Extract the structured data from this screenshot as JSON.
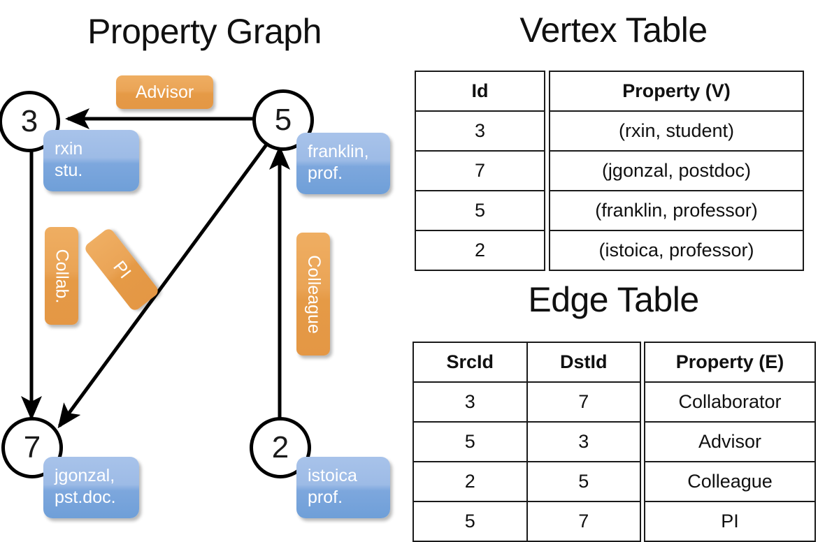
{
  "titles": {
    "property_graph": "Property Graph",
    "vertex_table": "Vertex Table",
    "edge_table": "Edge Table"
  },
  "colors": {
    "vertex_property_fill": "#d9e2f3",
    "edge_property_fill": "#f7ddc1",
    "vertex_callout_blue": "#7da7dd",
    "edge_label_orange": "#eaa456",
    "stroke_black": "#000000"
  },
  "graph": {
    "nodes": [
      {
        "id": "3",
        "property_line1": "rxin",
        "property_line2": "stu."
      },
      {
        "id": "5",
        "property_line1": "franklin,",
        "property_line2": "prof."
      },
      {
        "id": "7",
        "property_line1": "jgonzal,",
        "property_line2": "pst.doc."
      },
      {
        "id": "2",
        "property_line1": "istoica",
        "property_line2": "prof."
      }
    ],
    "edge_labels": [
      {
        "name": "advisor",
        "text": "Advisor",
        "orientation": "horizontal"
      },
      {
        "name": "collab",
        "text": "Collab.",
        "orientation": "vertical"
      },
      {
        "name": "pi",
        "text": "PI",
        "orientation": "tilted"
      },
      {
        "name": "colleague",
        "text": "Colleague",
        "orientation": "vertical"
      }
    ],
    "edges": [
      {
        "from": "5",
        "to": "3",
        "label": "Advisor"
      },
      {
        "from": "3",
        "to": "7",
        "label": "Collab."
      },
      {
        "from": "5",
        "to": "7",
        "label": "PI"
      },
      {
        "from": "2",
        "to": "5",
        "label": "Colleague"
      }
    ]
  },
  "vertex_table": {
    "headers": {
      "id": "Id",
      "property": "Property (V)"
    },
    "rows": [
      {
        "id": "3",
        "property": "(rxin, student)"
      },
      {
        "id": "7",
        "property": "(jgonzal, postdoc)"
      },
      {
        "id": "5",
        "property": "(franklin, professor)"
      },
      {
        "id": "2",
        "property": "(istoica, professor)"
      }
    ]
  },
  "edge_table": {
    "headers": {
      "src": "SrcId",
      "dst": "DstId",
      "property": "Property (E)"
    },
    "rows": [
      {
        "src": "3",
        "dst": "7",
        "property": "Collaborator"
      },
      {
        "src": "5",
        "dst": "3",
        "property": "Advisor"
      },
      {
        "src": "2",
        "dst": "5",
        "property": "Colleague"
      },
      {
        "src": "5",
        "dst": "7",
        "property": "PI"
      }
    ]
  }
}
